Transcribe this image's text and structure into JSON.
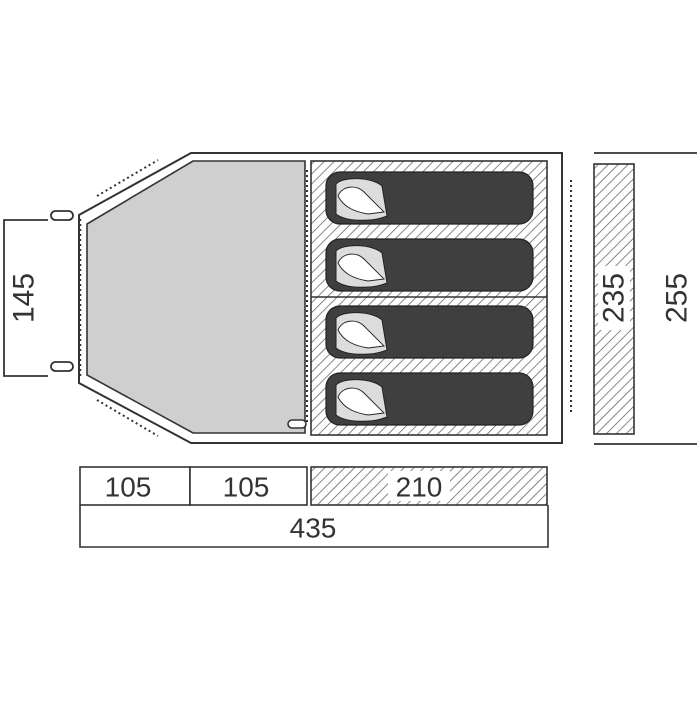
{
  "dimensions": {
    "width_145": "145",
    "depth_235": "235",
    "depth_255": "255",
    "length_vestibule_a": "105",
    "length_vestibule_b": "105",
    "length_bedroom": "210",
    "length_total": "435"
  },
  "sleeping_places": 4,
  "colors": {
    "outline": "#333333",
    "vestibule_fill": "#cfcfcf",
    "bedroom_fill": "#3f3f3f",
    "hatch": "#6a6a6a",
    "pillow": "#dcdcdc"
  }
}
